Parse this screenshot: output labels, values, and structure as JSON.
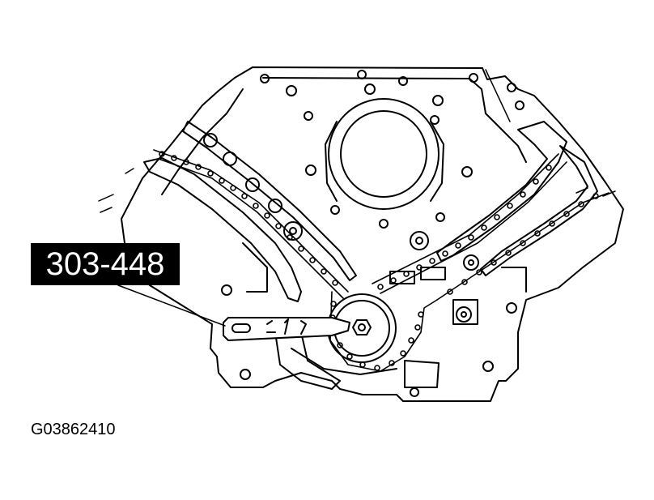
{
  "callout": {
    "label": "303-448"
  },
  "figure": {
    "id": "G03862410"
  },
  "colors": {
    "line": "#000000",
    "background": "#ffffff",
    "callout_bg": "#000000",
    "callout_text": "#ffffff"
  },
  "parts": [
    "engine-block",
    "timing-chain-left",
    "timing-chain-right",
    "crankshaft-sprocket",
    "chain-tensioner-tool",
    "center-bore"
  ]
}
